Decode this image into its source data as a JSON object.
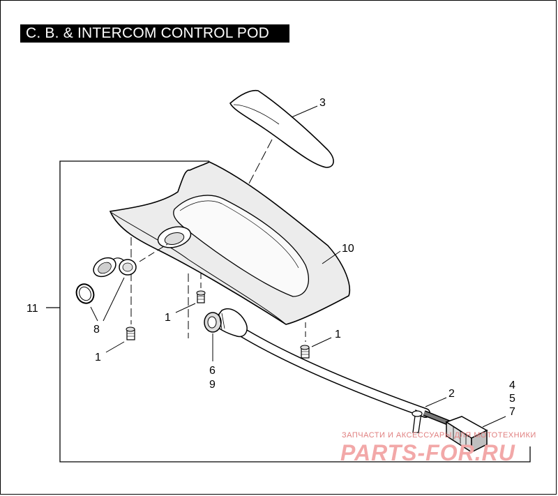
{
  "title": "C. B. & INTERCOM CONTROL POD",
  "callouts": {
    "c3": "3",
    "c10": "10",
    "c11": "11",
    "c8": "8",
    "c1_left": "1",
    "c1_bottom": "1",
    "c1_right": "1",
    "c6": "6",
    "c9": "9",
    "c2": "2",
    "c4": "4",
    "c5": "5",
    "c7": "7"
  },
  "watermark": {
    "top": "ЗАПЧАСТИ И АКСЕССУАРЫ ДЛЯ МОТОТЕХНИКИ",
    "main": "PARTS-FOR.RU"
  }
}
